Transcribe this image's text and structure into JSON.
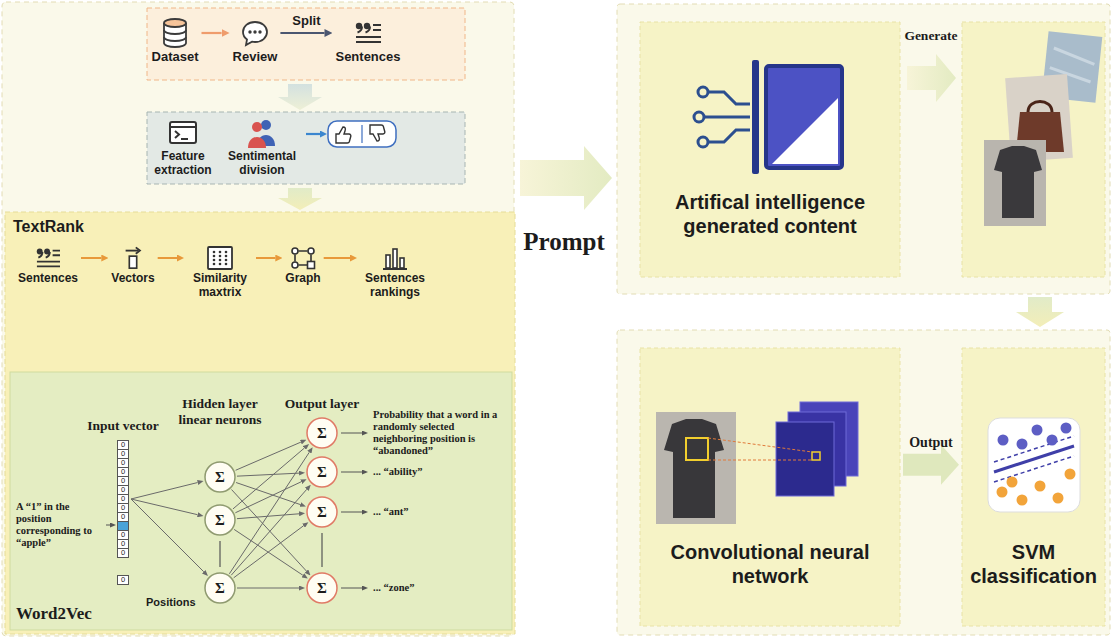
{
  "diagram": {
    "nodes": [
      {
        "text": [
          "Dataset"
        ]
      },
      {
        "text": [
          "Review"
        ]
      },
      {
        "text": [
          "Sentences"
        ]
      },
      {
        "text": [
          "Feature extraction"
        ]
      },
      {
        "text": [
          "Sentimental division"
        ]
      },
      {
        "text": [
          "TextRank"
        ]
      },
      {
        "text": [
          "Sentences"
        ],
        "in": 5
      },
      {
        "text": [
          "Vectors"
        ],
        "in": 5
      },
      {
        "text": [
          "Similarity maxtrix"
        ],
        "in": 5
      },
      {
        "text": [
          "Graph"
        ],
        "in": 5
      },
      {
        "text": [
          "Sentences rankings"
        ],
        "in": 5
      },
      {
        "text": [
          "Word2Vec"
        ],
        "in": 5
      },
      {
        "text": [
          "Input vector",
          "0",
          "0",
          "0",
          "0",
          "0",
          "0",
          "0",
          "0",
          "0",
          "0",
          "0",
          "0",
          "0"
        ],
        "in": 11
      },
      {
        "text": [
          "Σ"
        ],
        "in": 11
      },
      {
        "text": [
          "Σ"
        ],
        "in": 11
      },
      {
        "text": [
          "Σ"
        ],
        "in": 11
      },
      {
        "text": [
          "Σ"
        ],
        "in": 11
      },
      {
        "text": [
          "Σ"
        ],
        "in": 11
      },
      {
        "text": [
          "Σ"
        ],
        "in": 11
      },
      {
        "text": [
          "Σ"
        ],
        "in": 11
      },
      {
        "text": [
          "Artifical intelligence generated content"
        ]
      },
      {
        "text": [
          "Convolutional neural network"
        ]
      },
      {
        "text": [
          "SVM classification"
        ]
      }
    ],
    "edges": [
      {
        "from": 0,
        "to": 1,
        "arrow": "to"
      },
      {
        "from": 1,
        "to": 2,
        "label": "Split",
        "arrow": "to"
      },
      {
        "from": 6,
        "to": 7,
        "arrow": "to"
      },
      {
        "from": 7,
        "to": 8,
        "arrow": "to"
      },
      {
        "from": 8,
        "to": 9,
        "arrow": "to"
      },
      {
        "from": 9,
        "to": 10,
        "arrow": "to"
      },
      {
        "from": 12,
        "to": 13,
        "arrow": "to"
      },
      {
        "from": 12,
        "to": 14,
        "arrow": "to"
      },
      {
        "from": 12,
        "to": 15,
        "arrow": "to"
      },
      {
        "from": 13,
        "to": 16,
        "arrow": "to"
      },
      {
        "from": 13,
        "to": 17,
        "arrow": "to"
      },
      {
        "from": 13,
        "to": 18,
        "arrow": "to"
      },
      {
        "from": 13,
        "to": 19,
        "arrow": "to"
      },
      {
        "from": 14,
        "to": 16,
        "arrow": "to"
      },
      {
        "from": 14,
        "to": 17,
        "arrow": "to"
      },
      {
        "from": 14,
        "to": 18,
        "arrow": "to"
      },
      {
        "from": 14,
        "to": 19,
        "arrow": "to"
      },
      {
        "from": 15,
        "to": 16,
        "arrow": "to"
      },
      {
        "from": 15,
        "to": 17,
        "arrow": "to"
      },
      {
        "from": 15,
        "to": 18,
        "arrow": "to"
      },
      {
        "from": 15,
        "to": 19,
        "arrow": "to"
      },
      {
        "from": 21,
        "to": 22,
        "label": "Output",
        "arrow": "to"
      }
    ],
    "labels": [
      "Prompt",
      "Generate",
      "Hidden layer linear neurons",
      "Output layer",
      "Probability that a word in a randomly selected neighboring position is “abandoned”",
      "... “ability”",
      "... “ant”",
      "... “zone”",
      "A “1” in the position corresponding to “apple”",
      "Positions"
    ]
  }
}
